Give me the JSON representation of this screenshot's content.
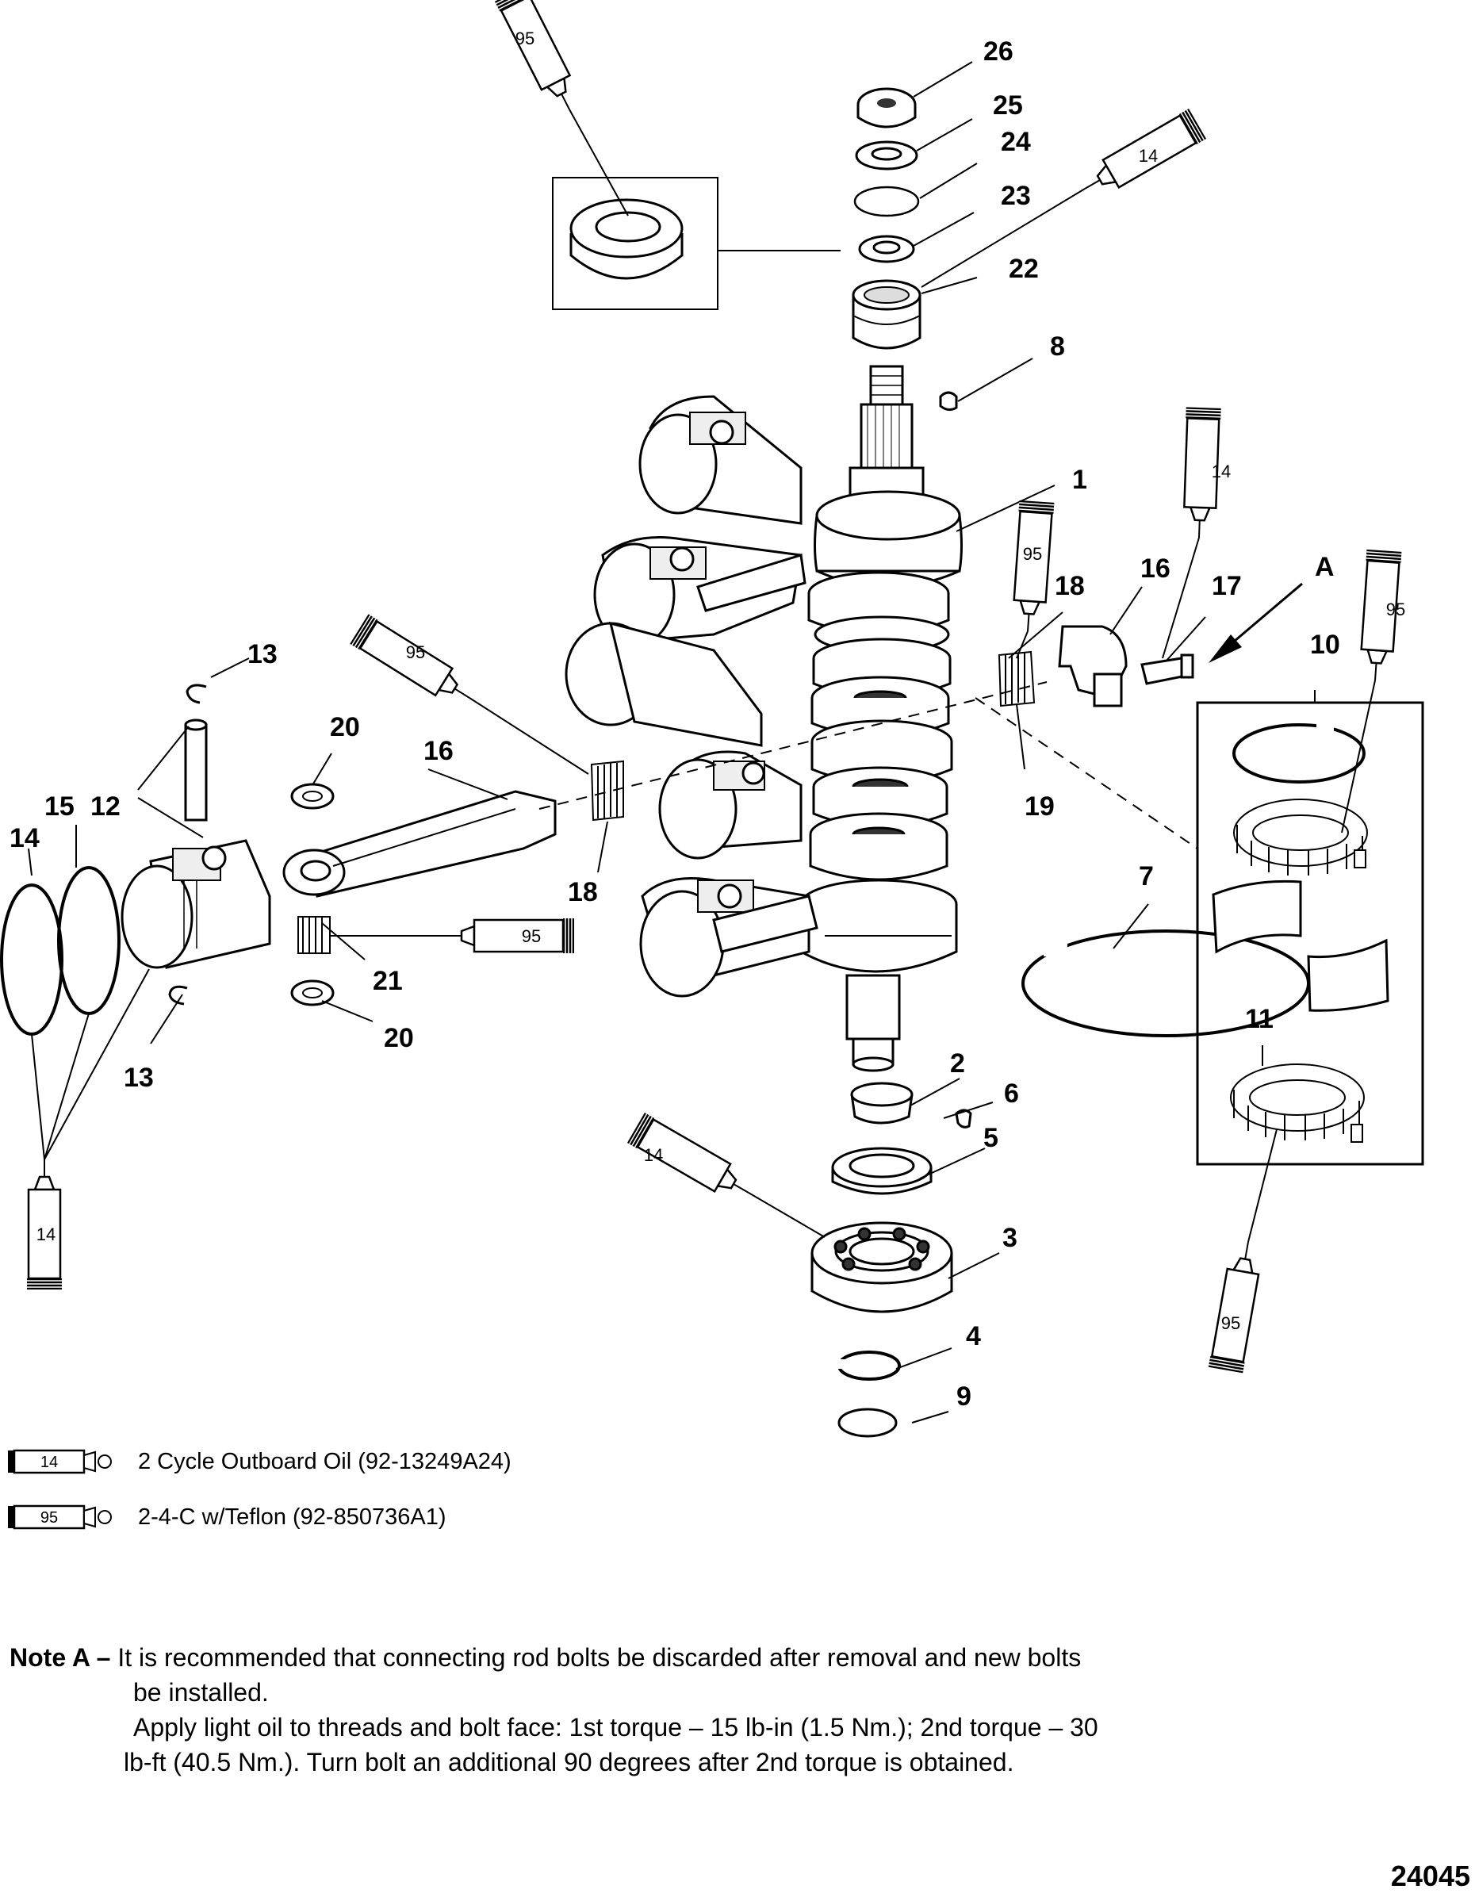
{
  "callouts": {
    "c1": "1",
    "c2": "2",
    "c3": "3",
    "c4": "4",
    "c5": "5",
    "c6": "6",
    "c7": "7",
    "c8": "8",
    "c9": "9",
    "c10": "10",
    "c11": "11",
    "c12": "12",
    "c13a": "13",
    "c13b": "13",
    "c14": "14",
    "c15": "15",
    "c16a": "16",
    "c16b": "16",
    "c17": "17",
    "c18a": "18",
    "c18b": "18",
    "c19": "19",
    "c20a": "20",
    "c20b": "20",
    "c21": "21",
    "c22": "22",
    "c23": "23",
    "c24": "24",
    "c25": "25",
    "c26": "26",
    "cA": "A"
  },
  "tube_labels": {
    "t95_top": "95",
    "t14_top_right": "14",
    "t14_right": "14",
    "t95_mid": "95",
    "t95_box": "95",
    "t95_rod": "95",
    "t95_needle": "95",
    "t14_left": "14",
    "t14_bearing": "14",
    "t95_bottom": "95"
  },
  "legend": [
    {
      "code": "14",
      "text": "2 Cycle Outboard Oil (92-13249A24)"
    },
    {
      "code": "95",
      "text": "2-4-C w/Teflon (92-850736A1)"
    }
  ],
  "note": {
    "label": "Note A –",
    "line1": "It is recommended that connecting rod bolts be discarded after removal and new bolts",
    "line2": "be  installed.",
    "line3": "Apply light oil to threads and bolt face: 1st torque – 15 lb-in (1.5 Nm.); 2nd torque – 30",
    "line4": "lb-ft (40.5      Nm.). Turn bolt an additional 90 degrees after 2nd torque is obtained."
  },
  "figure_id": "24045"
}
